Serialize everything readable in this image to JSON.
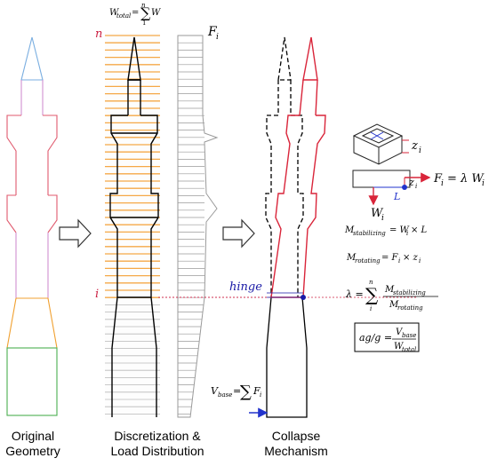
{
  "captions": {
    "original": [
      "Original",
      "Geometry"
    ],
    "discretization": [
      "Discretization &",
      "Load Distribution"
    ],
    "collapse": [
      "Collapse",
      "Mechanism"
    ]
  },
  "labels": {
    "w_total_lhs": "W",
    "w_total_sub": "total",
    "w_total_eq": "=",
    "sum_upper": "n",
    "sum_lower": "1",
    "sum_term": "W",
    "level_n": "n",
    "level_i": "i",
    "load_F": "F",
    "load_F_sub": "i",
    "hinge": "hinge",
    "v_base_lhs": "V",
    "v_base_sub": "base",
    "v_base_rhs": "F",
    "v_base_rhs_sub": "i",
    "inset_z": "z",
    "inset_z_sub": "i",
    "inset_z2": "z",
    "inset_z2_sub": "i",
    "inset_L": "L",
    "inset_W": "W",
    "inset_W_sub": "i",
    "fi_eq": "F",
    "fi_eq_sub": "i",
    "fi_eq_rhs": "= λ W",
    "fi_eq_rhs_sub": "i"
  },
  "equations": {
    "m_stab": {
      "lhs": "M",
      "lhs_sub": "stabilizing",
      "rhs": "= W",
      "rhs_sub": "i",
      "tail": "× L"
    },
    "m_rot": {
      "lhs": "M",
      "lhs_sub": "rotating",
      "rhs": "= F",
      "rhs_sub": "i",
      "tail": "× z",
      "tail_sub": "i"
    },
    "lambda": {
      "lhs": "λ =",
      "upper": "n",
      "lower": "i",
      "num": "M",
      "num_sub": "stabilizing",
      "den": "M",
      "den_sub": "rotating"
    },
    "ag": {
      "lhs": "ag/g =",
      "num": "V",
      "num_sub": "base",
      "den": "W",
      "den_sub": "total"
    }
  },
  "colors": {
    "spire": "#7aaee0",
    "upper_shaft": "#e87b8e",
    "balcony": "#e05a6e",
    "mid_shaft": "#d08fd0",
    "transition": "#f0a030",
    "base": "#4caf50",
    "bands": "#f5a847",
    "bands_lower": "#b8b8b8",
    "load": "#9a9a9a",
    "deformed": "#d9253a",
    "level_label": "#cc2244",
    "hinge": "#1a1aa6",
    "arrow_blue": "#2233cc"
  },
  "icons": [
    "right-arrow-icon",
    "right-arrow-icon",
    "cube-icon"
  ]
}
